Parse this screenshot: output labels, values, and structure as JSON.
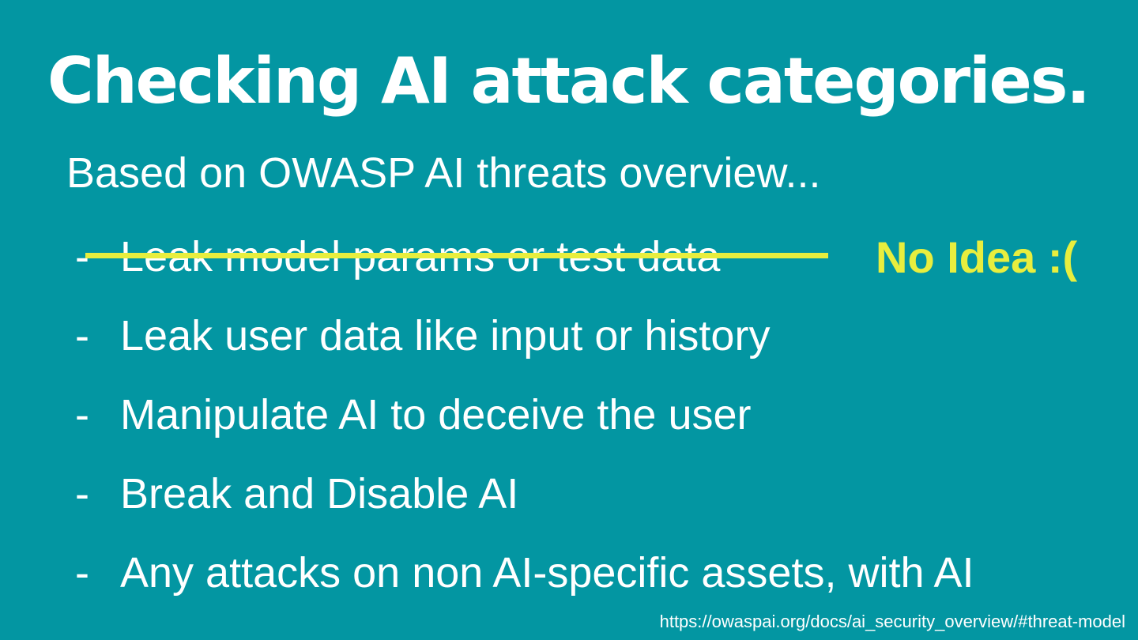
{
  "slide": {
    "title": "Checking AI attack categories.",
    "subtitle": "Based on OWASP AI threats overview...",
    "bullet_marker": "-",
    "bullets": [
      {
        "text": "Leak model params or test data",
        "strikethrough": true,
        "note": "No Idea :("
      },
      {
        "text": "Leak user data like input or history",
        "strikethrough": false,
        "note": ""
      },
      {
        "text": "Manipulate AI to deceive the user",
        "strikethrough": false,
        "note": ""
      },
      {
        "text": "Break and Disable AI",
        "strikethrough": false,
        "note": ""
      },
      {
        "text": "Any attacks on non AI-specific assets, with AI",
        "strikethrough": false,
        "note": ""
      }
    ],
    "footer_url": "https://owaspai.org/docs/ai_security_overview/#threat-model",
    "colors": {
      "background": "#0396A2",
      "text": "#FFFFFF",
      "highlight": "#E8EE3E"
    }
  }
}
